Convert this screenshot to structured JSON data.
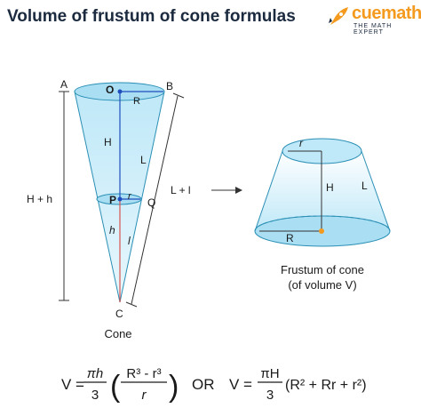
{
  "title": "Volume of frustum of cone formulas",
  "brand": {
    "name": "cuemath",
    "tagline": "THE MATH EXPERT",
    "accent": "#f39a1f"
  },
  "cone": {
    "points": {
      "A": "A",
      "B": "B",
      "O": "O",
      "P": "P",
      "Q": "Q",
      "C": "C"
    },
    "labels": {
      "R": "R",
      "H": "H",
      "L": "L",
      "r": "r",
      "h": "h",
      "l": "l",
      "H_plus_h": "H + h",
      "L_plus_l": "L + l"
    },
    "caption": "Cone"
  },
  "frustum": {
    "labels": {
      "r": "r",
      "H": "H",
      "L": "L",
      "R": "R"
    },
    "caption_line1": "Frustum of cone",
    "caption_line2": "(of volume V)"
  },
  "formula": {
    "lhs1": "V =",
    "f1_num": "πh",
    "f1_den": "3",
    "paren_num": "R³ - r³",
    "paren_den": "r",
    "or": "OR",
    "lhs2": "V =",
    "f2_num": "πH",
    "f2_den": "3",
    "f2_rest": "(R² + Rr + r²)"
  },
  "colors": {
    "fill": "#cfeefb",
    "edge": "#2a8fb5",
    "height_line": "#1f4fbf",
    "center_dot": "#f39a1f",
    "slant_red": "#d9534f"
  }
}
